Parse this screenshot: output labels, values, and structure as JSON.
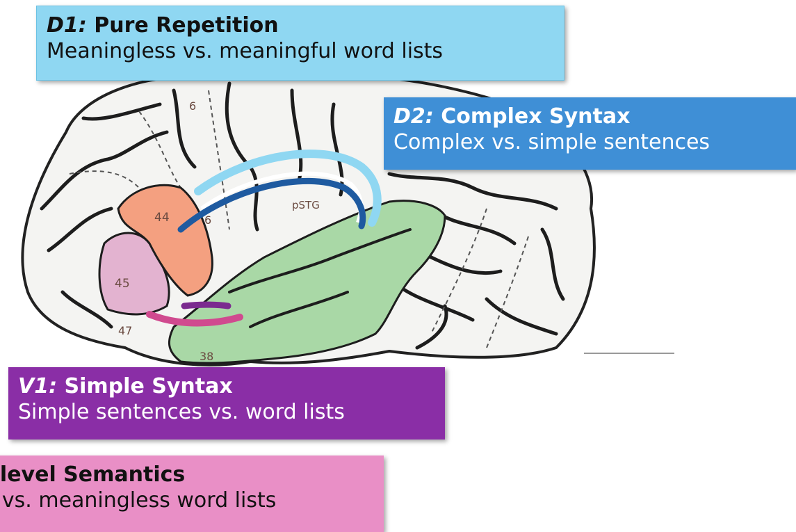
{
  "labels": {
    "d1": {
      "code": "D1:",
      "title": "Pure Repetition",
      "desc": "Meaningless vs. meaningful word lists"
    },
    "d2": {
      "code": "D2:",
      "title": "Complex Syntax",
      "desc": "Complex vs. simple sentences"
    },
    "v1": {
      "code": "V1:",
      "title": "Simple Syntax",
      "desc": "Simple sentences vs. word lists"
    },
    "v2": {
      "title": "d-level Semantics",
      "desc": "ul vs. meaningless word lists"
    }
  },
  "areas": {
    "a6_top": "6",
    "a6_mid": "6",
    "a44": "44",
    "a45": "45",
    "a47": "47",
    "a38": "38",
    "pstg": "pSTG"
  },
  "colors": {
    "d1": "#8fd7f2",
    "d2": "#3f8fd6",
    "v1": "#8a2ea6",
    "v2": "#e98fc6",
    "area44": "#f4a080",
    "area45": "#e3b3d0",
    "temporal": "#a9d8a6"
  }
}
